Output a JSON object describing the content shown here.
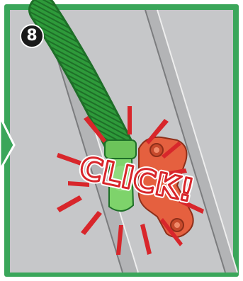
{
  "step": {
    "number": "8"
  },
  "sound_effect": {
    "text": "CLICK!"
  },
  "colors": {
    "frame_green": "#3aa65a",
    "panel_gray": "#c4c5c7",
    "hose_green": "#2e9a3a",
    "hose_dark": "#1e6f28",
    "coupler_green": "#7ed36b",
    "bracket_orange": "#e5603f",
    "burst_red": "#d8262b"
  },
  "icons": {
    "step_badge": "circle-number-badge",
    "hose": "corrugated-hose",
    "bracket": "mounting-bracket",
    "burst": "click-burst-lines",
    "nav_arrow": "left-nav-arrow"
  }
}
